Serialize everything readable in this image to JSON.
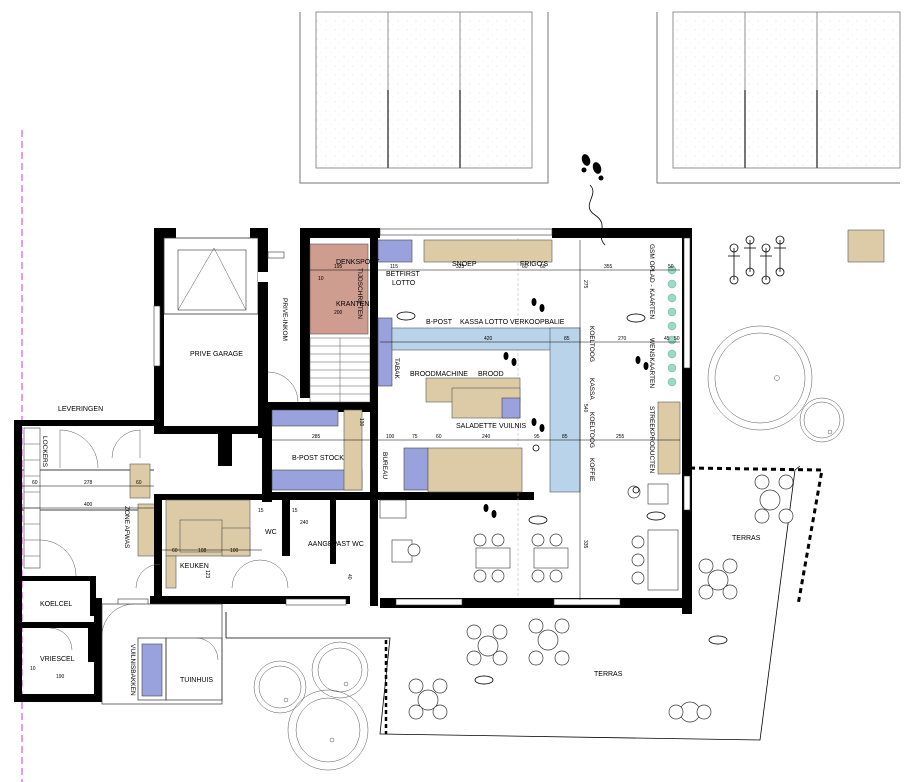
{
  "labels": {
    "leveringen": "LEVERINGEN",
    "lockers": "LOCKERS",
    "zone_afwas": "ZONE AFWAS",
    "keuken": "KEUKEN",
    "koelcel": "KOELCEL",
    "vriescel": "VRIESCEL",
    "vuilnisbakken": "VUILNISBAKKEN",
    "tuinhuis": "TUINHUIS",
    "prive_garage": "PRIVE GARAGE",
    "prive_inkom": "PRIVE-INKOM",
    "wc": "WC",
    "aangepast_wc": "AANGEPAST WC",
    "bpost_stock": "B-POST STOCK",
    "bureau": "BUREAU",
    "denksport": "DENKSPORT",
    "tijdschriften": "TIJDSCHRIFTEN",
    "kranten": "KRANTEN",
    "betfirst": "BETFIRST",
    "lotto": "LOTTO",
    "tabak": "TABAK",
    "snoep": "SNOEP",
    "frigos": "FRIGO'S",
    "gsm_oplad_kaarten": "GSM OPLAD - KAARTEN",
    "bpost": "B-POST",
    "kassa_lotto": "KASSA LOTTO",
    "verkoopbalie": "VERKOOPBALIE",
    "koeltoog1": "KOELTOOG",
    "kassa": "KASSA",
    "koeltoog2": "KOELTOOG",
    "koffie_v": "KOFFIE",
    "broodmachine": "BROODMACHINE",
    "brood": "BROOD",
    "saladette": "SALADETTE",
    "vuilnis": "VUILNIS",
    "koffie": "KOFFIE",
    "wenskaarten": "WENSKAARTEN",
    "streekproducten": "STREEKPRODUCTEN",
    "terras1": "TERRAS",
    "terras2": "TERRAS"
  },
  "dims": {
    "d60a": "60",
    "d278": "278",
    "d60b": "60",
    "d400": "400",
    "d195": "195",
    "d10": "10",
    "d200": "200",
    "d115": "115",
    "d325": "325",
    "d60c": "60",
    "d60d": "60",
    "d355": "355",
    "d50a": "50",
    "d275": "275",
    "d420": "420",
    "d85a": "85",
    "d270": "270",
    "d45": "45",
    "d50b": "50",
    "d285": "285",
    "d100": "100",
    "d75": "75",
    "d60e": "60",
    "d240": "240",
    "d95": "95",
    "d85b": "85",
    "d255": "255",
    "d130": "130",
    "d540": "540",
    "d335": "335",
    "d108": "108",
    "d100b": "100",
    "d60f": "60",
    "d15a": "15",
    "d15b": "15",
    "d240b": "240",
    "d190": "190",
    "d10b": "10",
    "d123": "123",
    "d40": "40"
  },
  "colors": {
    "beige": "#dccba6",
    "blue": "#9aa2dd",
    "light_blue": "#b9d4ea",
    "rose": "#cf9c90",
    "teal": "#9fd9c6",
    "magenta_line": "#d63ad6"
  }
}
